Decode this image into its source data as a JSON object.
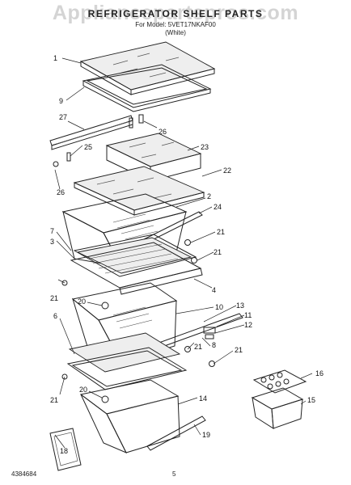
{
  "header": {
    "title": "REFRIGERATOR SHELF PARTS",
    "subtitle_model": "For Model: 5VET17NKAF00",
    "subtitle_color": "(White)"
  },
  "watermark": "Appliancepartspros.com",
  "footer": {
    "code": "4384684",
    "page": "5"
  },
  "callouts": [
    "1",
    "9",
    "27",
    "26",
    "25",
    "23",
    "22",
    "26",
    "2",
    "24",
    "7",
    "3",
    "21",
    "21",
    "21",
    "4",
    "20",
    "10",
    "13",
    "11",
    "12",
    "8",
    "21",
    "21",
    "6",
    "16",
    "15",
    "21",
    "20",
    "14",
    "18",
    "19"
  ]
}
